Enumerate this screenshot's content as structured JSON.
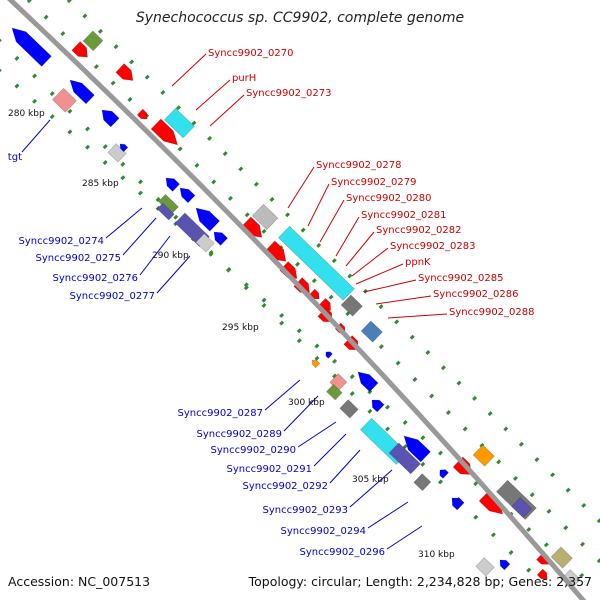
{
  "title": "Synechococcus sp. CC9902, complete genome",
  "footer": {
    "accession": "Accession: NC_007513",
    "summary": "Topology: circular; Length: 2,234,828 bp; Genes: 2,357"
  },
  "ticks": [
    "280 kbp",
    "285 kbp",
    "290 kbp",
    "295 kbp",
    "300 kbp",
    "305 kbp",
    "310 kbp"
  ],
  "labels_forward": [
    "Syncc9902_0270",
    "purH",
    "Syncc9902_0273",
    "Syncc9902_0278",
    "Syncc9902_0279",
    "Syncc9902_0280",
    "Syncc9902_0281",
    "Syncc9902_0282",
    "Syncc9902_0283",
    "ppnK",
    "Syncc9902_0285",
    "Syncc9902_0286",
    "Syncc9902_0288"
  ],
  "labels_reverse": [
    "tgt",
    "Syncc9902_0274",
    "Syncc9902_0275",
    "Syncc9902_0276",
    "Syncc9902_0277",
    "Syncc9902_0287",
    "Syncc9902_0289",
    "Syncc9902_0290",
    "Syncc9902_0291",
    "Syncc9902_0292",
    "Syncc9902_0293",
    "Syncc9902_0294",
    "Syncc9902_0296"
  ],
  "colors": {
    "forward_label": "#cc0000",
    "reverse_label": "#0000cc",
    "backbone": "#999999",
    "tick_dot": "#2e8b2e",
    "cds_forward": "#ff0000",
    "cds_reverse": "#0000ff",
    "cyan_feature": "#33e0ee",
    "grey_feature": "#777777",
    "green_feature": "#6b9a3a",
    "purple_feature": "#5a54b0",
    "pink_feature": "#f09090",
    "orange_feature": "#ff9900"
  }
}
